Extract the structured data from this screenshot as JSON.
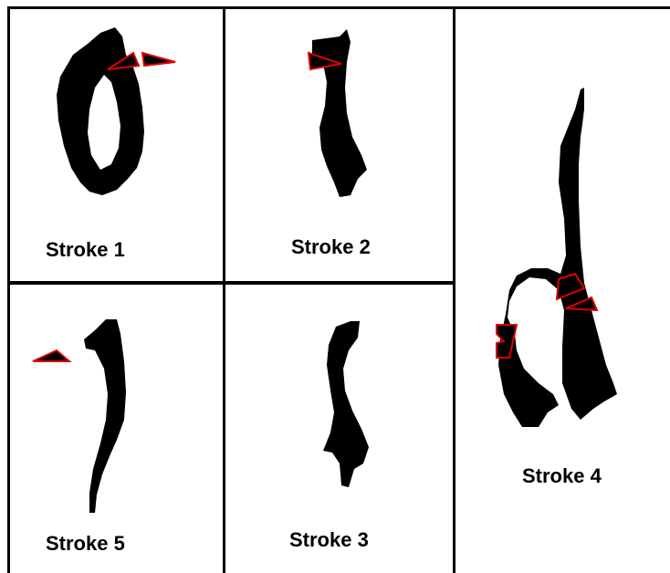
{
  "panels": [
    {
      "id": "stroke-1",
      "label": "Stroke 1"
    },
    {
      "id": "stroke-2",
      "label": "Stroke 2"
    },
    {
      "id": "stroke-4",
      "label": "Stroke 4"
    },
    {
      "id": "stroke-5",
      "label": "Stroke 5"
    },
    {
      "id": "stroke-3",
      "label": "Stroke 3"
    }
  ],
  "colors": {
    "stroke": "#000000",
    "marker": "#e00000",
    "grid": "#000000",
    "background": "#ffffff"
  }
}
